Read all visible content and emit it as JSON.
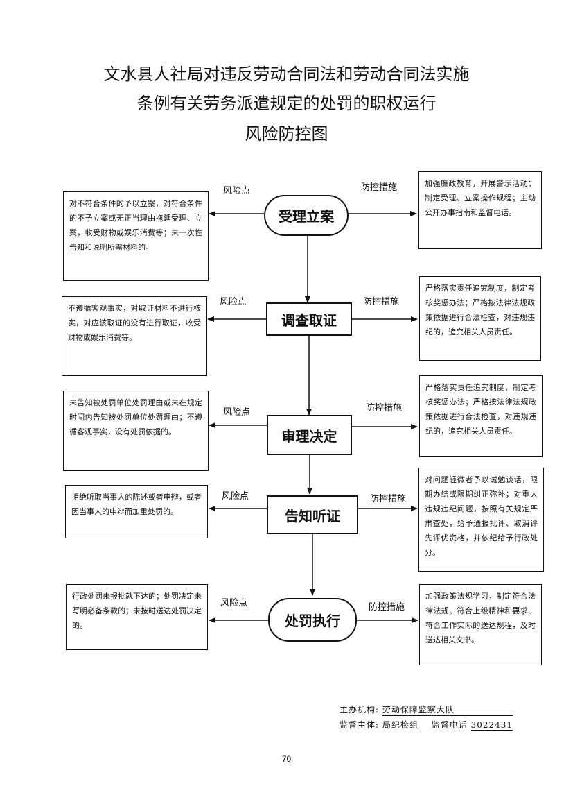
{
  "title": {
    "line1": "文水县人社局对违反劳动合同法和劳动合同法实施",
    "line2": "条例有关劳务派遣规定的处罚的职权运行",
    "line3": "风险防控图"
  },
  "stages": [
    {
      "name": "受理立案",
      "risk_label": "风险点",
      "control_label": "防控措施",
      "risk": "对不符合条件的予以立案，对符合条件的不予立案或无正当理由拖延受理、立案，收受财物或娱乐消费等；未一次性告知和说明所需材料的。",
      "control": "加强廉政教育，开展警示活动；制定受理、立案操作规程；主动公开办事指南和监督电话。"
    },
    {
      "name": "调查取证",
      "risk_label": "风险点",
      "control_label": "防控措施",
      "risk": "不遵循客观事实，对取证材料不进行核实，对应该取证的没有进行取证，收受财物或娱乐消费等。",
      "control": "严格落实责任追究制度，制定考核奖惩办法；严格按法律法规政策依据进行合法检查，对违规违纪的，追究相关人员责任。"
    },
    {
      "name": "审理决定",
      "risk_label": "风险点",
      "control_label": "防控措施",
      "risk": "未告知被处罚单位处罚理由或未在规定时间内告知被处罚单位处罚理由；不遵循客观事实，没有处罚依据的。",
      "control": "严格落实责任追究制度，制定考核奖惩办法；严格按法律法规政策依据进行合法检查，对违规违纪的，追究相关人员责任。"
    },
    {
      "name": "告知听证",
      "risk_label": "风险点",
      "control_label": "防控措施",
      "risk": "拒绝听取当事人的陈述或者申辩，或者因当事人的申辩而加重处罚的。",
      "control": "对问题轻微者予以诫勉谈话，限期办结或限期纠正弥补；对重大违规违纪问题，按照有关规定严肃查处，给予通报批评、取消评先评优资格，并依纪给予行政处分。"
    },
    {
      "name": "处罚执行",
      "risk_label": "风险点",
      "control_label": "防控措施",
      "risk": "行政处罚未报批就下达的；处罚决定未写明必备条款的；未按时送达处罚决定的。",
      "control": "加强政策法规学习，制定符合法律法规、符合上级精神和要求、符合工作实际的送达规程，及时送达相关文书。"
    }
  ],
  "footer": {
    "host_label": "主办机构:",
    "host_value": "劳动保障监察大队",
    "supervisor_label": "监督主体:",
    "supervisor_value": "局纪检组",
    "phone_label": "监督电话",
    "phone_value": "3022431"
  },
  "page_number": "70"
}
